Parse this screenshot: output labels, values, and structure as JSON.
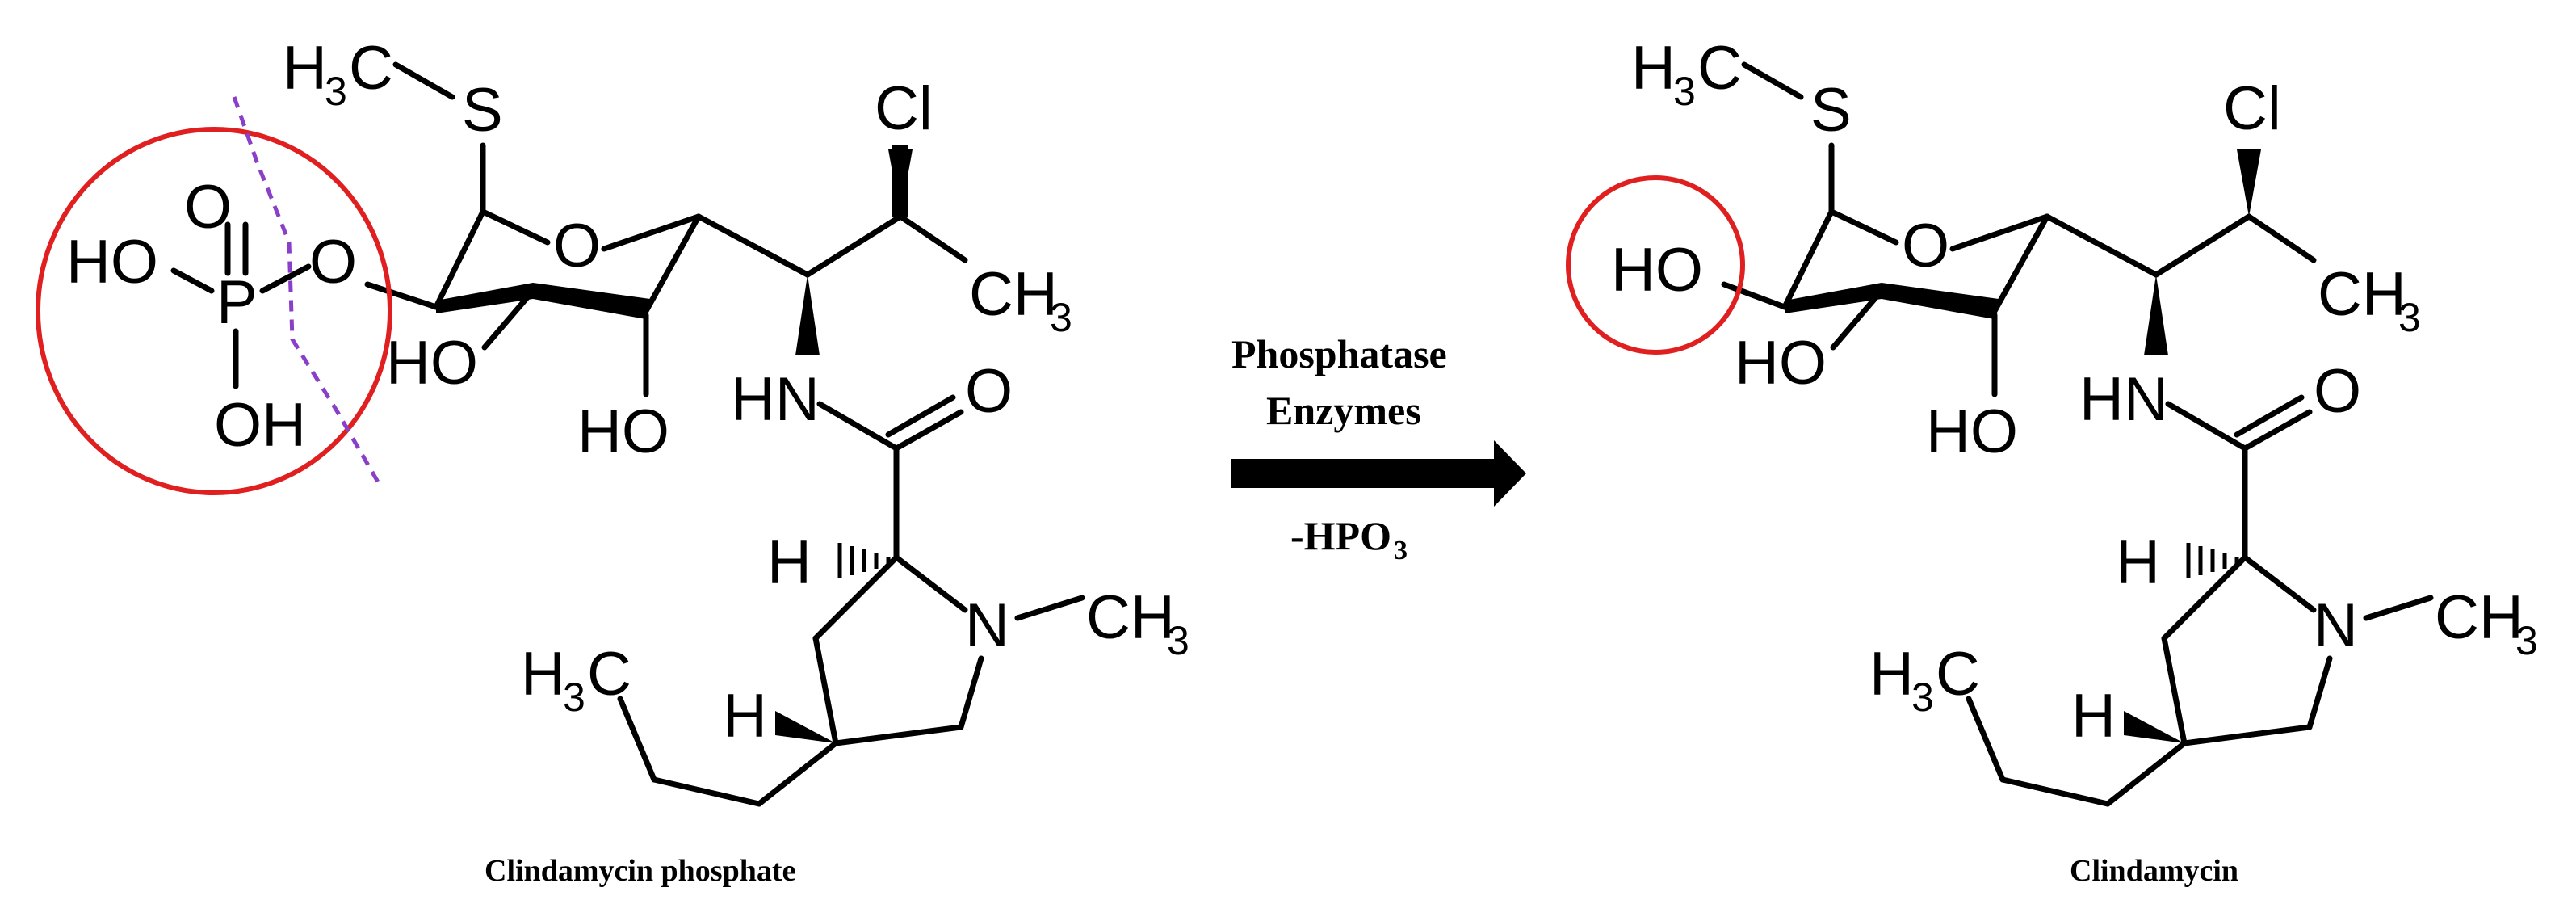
{
  "reaction": {
    "conditions": {
      "line1": "Phosphatase",
      "line2": "Enzymes",
      "line3": "-HPO",
      "line3_subscript": "3"
    },
    "colors": {
      "highlight_circle": "#e02020",
      "cleavage_line": "#8a3fc8",
      "arrow": "#000000"
    }
  },
  "reactant": {
    "caption": "Clindamycin phosphate",
    "atoms": {
      "s_methyl": "H",
      "s_methyl_sub": "3",
      "s_methyl_c": "C",
      "sulfur": "S",
      "chlorine": "Cl",
      "ring_oxygen": "O",
      "methyl_ch": "CH",
      "methyl_sub": "3",
      "phosphate_oxo": "O",
      "phosphate_ho": "HO",
      "phosphorus": "P",
      "phosphate_bridge_o": "O",
      "phosphate_oh": "OH",
      "ring_ho_1": "HO",
      "ring_ho_2": "HO",
      "amide_nh": "HN",
      "amide_o": "O",
      "stereo_h_1": "H",
      "pyrrolidine_n": "N",
      "n_methyl": "CH",
      "n_methyl_sub": "3",
      "propyl_h": "H",
      "propyl_sub": "3",
      "propyl_c": "C",
      "stereo_h_2": "H"
    }
  },
  "product": {
    "caption": "Clindamycin",
    "atoms": {
      "s_methyl": "H",
      "s_methyl_sub": "3",
      "s_methyl_c": "C",
      "sulfur": "S",
      "chlorine": "Cl",
      "ring_oxygen": "O",
      "methyl_ch": "CH",
      "methyl_sub": "3",
      "hydroxyl": "HO",
      "ring_ho_1": "HO",
      "ring_ho_2": "HO",
      "amide_nh": "HN",
      "amide_o": "O",
      "stereo_h_1": "H",
      "pyrrolidine_n": "N",
      "n_methyl": "CH",
      "n_methyl_sub": "3",
      "propyl_h": "H",
      "propyl_sub": "3",
      "propyl_c": "C",
      "stereo_h_2": "H"
    }
  }
}
